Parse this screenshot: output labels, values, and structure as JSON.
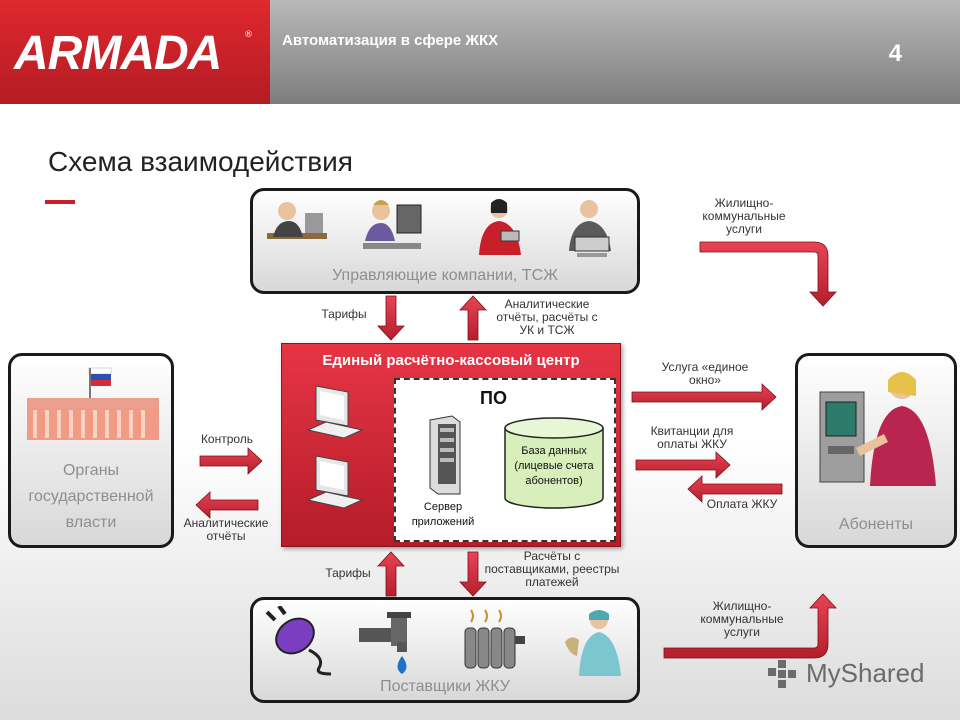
{
  "header": {
    "logo": "ARMADA",
    "logo_reg": "®",
    "title": "Автоматизация в сфере ЖКХ",
    "page_number": "4"
  },
  "slide": {
    "title": "Схема взаимодействия"
  },
  "nodes": {
    "management": "Управляющие компании, ТСЖ",
    "government": "Органы государственной власти",
    "subscribers": "Абоненты",
    "suppliers": "Поставщики ЖКУ",
    "center_title": "Единый расчётно-кассовый центр",
    "software": "ПО",
    "server": "Сервер приложений",
    "database": "База данных (лицевые счета абонентов)"
  },
  "edges": {
    "tariffs_top": "Тарифы",
    "analytics_top": "Аналитические отчёты, расчёты с УК и ТСЖ",
    "control": "Контроль",
    "analytics_left": "Аналитические отчёты",
    "single_window": "Услуга «единое окно»",
    "receipts": "Квитанции для оплаты ЖКУ",
    "payment": "Оплата ЖКУ",
    "housing_services_top": "Жилищно-коммунальные услуги",
    "tariffs_bottom": "Тарифы",
    "settlements": "Расчёты с поставщиками, реестры платежей",
    "housing_services_bottom": "Жилищно-коммунальные услуги"
  },
  "colors": {
    "accent": "#c8202a",
    "arrow": "#d42b3c",
    "box_border": "#1a1a1a"
  },
  "watermark": "MyShared"
}
